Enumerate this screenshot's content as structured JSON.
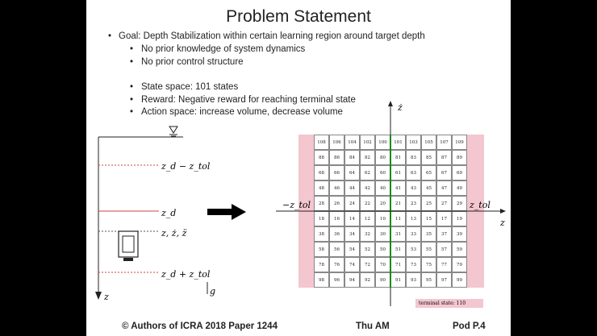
{
  "slide": {
    "title": "Problem Statement",
    "bullets": [
      {
        "level": 1,
        "text": "Goal: Depth Stabilization within certain learning region around target depth"
      },
      {
        "level": 2,
        "text": "No prior knowledge of system dynamics"
      },
      {
        "level": 2,
        "text": "No prior control structure"
      },
      {
        "level": 2,
        "text": "State space: 101 states"
      },
      {
        "level": 2,
        "text": "Reward: Negative reward for reaching terminal state"
      },
      {
        "level": 2,
        "text": "Action space: increase volume, decrease volume"
      }
    ],
    "left_diagram": {
      "label_upper": "z_d − z_tol",
      "label_target": "z_d",
      "label_state": "z, ż, z̈",
      "label_lower": "z_d + z_tol",
      "axis_label": "z",
      "gravity_label": "g"
    },
    "grid": {
      "axis_vertical": "ż",
      "axis_horizontal": "z",
      "left_bound": "−z_tol",
      "right_bound": "z_tol",
      "terminal_label": "terminal state: 110",
      "rows": [
        [
          "108",
          "106",
          "104",
          "102",
          "100",
          "101",
          "103",
          "105",
          "107",
          "109"
        ],
        [
          "88",
          "86",
          "84",
          "82",
          "80",
          "81",
          "83",
          "85",
          "87",
          "89"
        ],
        [
          "68",
          "66",
          "64",
          "62",
          "60",
          "61",
          "63",
          "65",
          "67",
          "69"
        ],
        [
          "48",
          "46",
          "44",
          "42",
          "40",
          "41",
          "43",
          "45",
          "47",
          "49"
        ],
        [
          "28",
          "26",
          "24",
          "22",
          "20",
          "21",
          "23",
          "25",
          "27",
          "29"
        ],
        [
          "18",
          "16",
          "14",
          "12",
          "10",
          "11",
          "13",
          "15",
          "17",
          "19"
        ],
        [
          "38",
          "36",
          "34",
          "32",
          "30",
          "31",
          "33",
          "35",
          "37",
          "39"
        ],
        [
          "58",
          "56",
          "54",
          "52",
          "50",
          "51",
          "53",
          "55",
          "57",
          "59"
        ],
        [
          "78",
          "76",
          "74",
          "72",
          "70",
          "71",
          "73",
          "75",
          "77",
          "79"
        ],
        [
          "98",
          "96",
          "94",
          "92",
          "90",
          "91",
          "93",
          "95",
          "97",
          "99"
        ]
      ],
      "colors": {
        "terminal_band": "#f4c6cf",
        "zero_line": "#1a8a1a"
      }
    },
    "footer": {
      "authors": "© Authors of ICRA 2018 Paper 1244",
      "session": "Thu AM",
      "pod": "Pod P.4"
    }
  }
}
